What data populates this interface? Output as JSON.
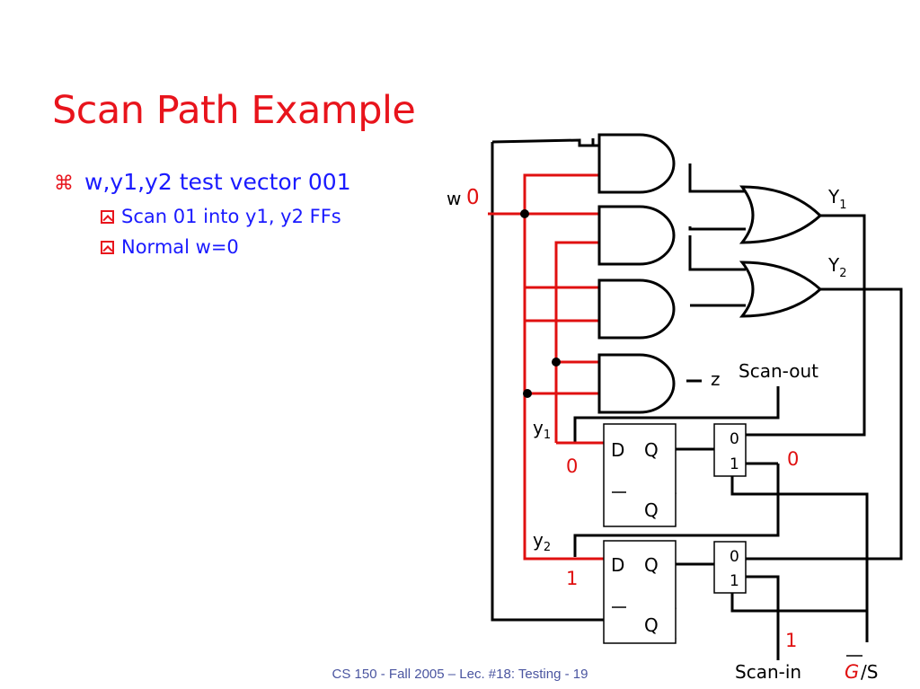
{
  "slide": {
    "title": "Scan Path Example",
    "bullet_main": "w,y1,y2 test vector 001",
    "sub_bullets": [
      "Scan 01 into y1, y2 FFs",
      "Normal w=0"
    ],
    "footer": "CS 150 - Fall  2005 – Lec. #18: Testing - 19"
  },
  "diagram": {
    "input_w": "w",
    "input_w_value": "0",
    "output_Y1_base": "Y",
    "output_Y1_sub": "1",
    "output_Y2_base": "Y",
    "output_Y2_sub": "2",
    "output_z": "z",
    "scan_out": "Scan-out",
    "scan_in": "Scan-in",
    "scan_in_value": "1",
    "ff1_label_base": "y",
    "ff1_label_sub": "1",
    "ff2_label_base": "y",
    "ff2_label_sub": "2",
    "ff1_value": "0",
    "ff2_value": "1",
    "ff_d": "D",
    "ff_q": "Q",
    "mux_in0": "0",
    "mux_in1": "1",
    "mux1_out_value": "0",
    "control_g": "G",
    "control_s": "/S"
  }
}
